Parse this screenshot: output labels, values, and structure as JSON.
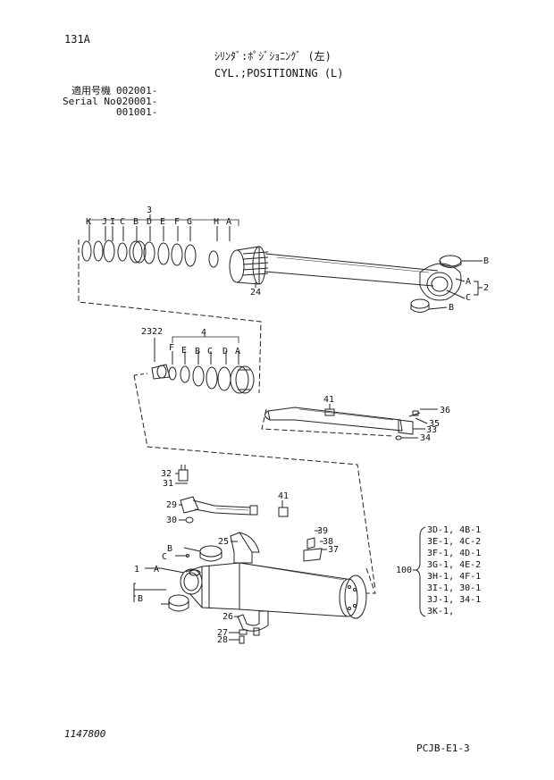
{
  "page_code": "131A",
  "title_jp": "ｼﾘﾝﾀﾞ:ﾎﾟｼﾞｼｮﾆﾝｸﾞ (左)",
  "title_en": "CYL.;POSITIONING (L)",
  "serial": {
    "label_jp": "適用号機",
    "label_en": "Serial No.",
    "values": [
      "002001-",
      "020001-",
      "001001-"
    ]
  },
  "callouts": {
    "top_assembly": "3",
    "top_letters": [
      "K",
      "J",
      "I",
      "C",
      "B",
      "D",
      "E",
      "F",
      "G",
      "H",
      "A"
    ],
    "rod_end_letters": [
      "B",
      "A",
      "C",
      "B"
    ],
    "rod_end_ref": "2",
    "rod_ref": "24",
    "piston_refs": [
      "23",
      "22"
    ],
    "piston_assembly": "4",
    "piston_letters": [
      "F",
      "E",
      "B",
      "C",
      "D",
      "A"
    ],
    "pipe_upper": [
      "41",
      "36",
      "35",
      "33",
      "34"
    ],
    "pipe_lower": [
      "32",
      "31",
      "29",
      "30",
      "41"
    ],
    "clamp_upper": [
      "25",
      "39",
      "38",
      "37"
    ],
    "tube_letters": [
      "B",
      "C",
      "A",
      "B"
    ],
    "tube_ref": "1",
    "clamp_lower": [
      "26",
      "27",
      "28"
    ],
    "kit_ref": "100",
    "kit_lines": [
      "3D-1, 4B-1",
      "3E-1, 4C-2",
      "3F-1, 4D-1",
      "3G-1, 4E-2",
      "3H-1, 4F-1",
      "3I-1, 30-1",
      "3J-1, 34-1",
      "3K-1,"
    ]
  },
  "drawing_number": "1147800",
  "footer_code": "PCJB-E1-3"
}
